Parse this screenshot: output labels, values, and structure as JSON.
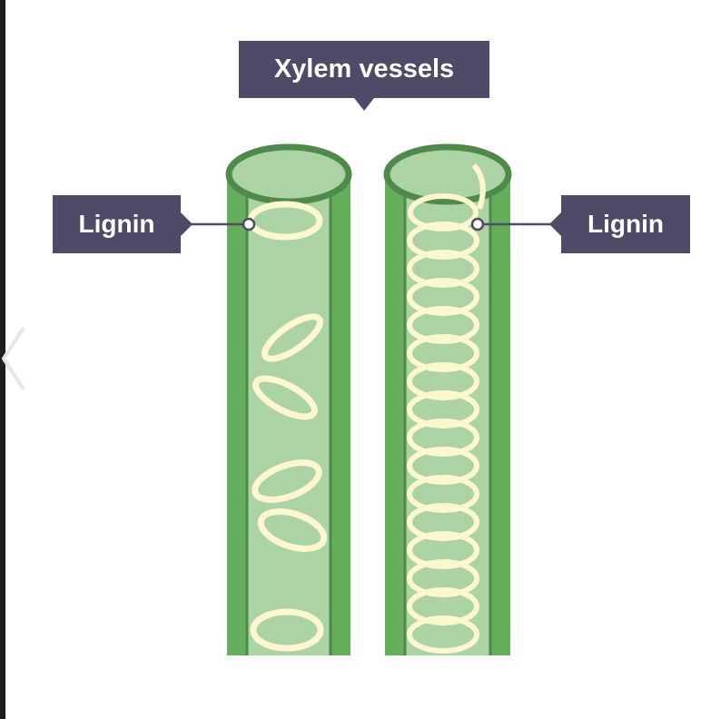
{
  "title_label": "Xylem vessels",
  "lignin_left_label": "Lignin",
  "lignin_right_label": "Lignin",
  "colors": {
    "label_bg": "#4d4b67",
    "vessel_wall": "#65ae5b",
    "vessel_wall_edge": "#4f8a4a",
    "vessel_lumen": "#acd3a4",
    "lignin": "#fdf7cf"
  },
  "icons": [
    "chevron-left-icon"
  ]
}
